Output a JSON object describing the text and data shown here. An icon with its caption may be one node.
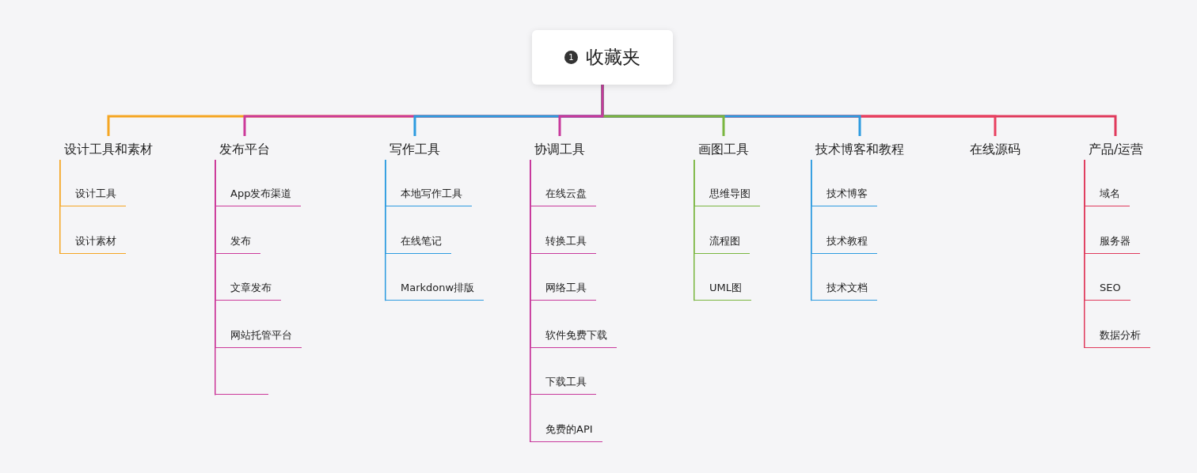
{
  "diagram": {
    "nodes": [
      {
        "text": [
          "1",
          "收藏夹"
        ]
      },
      {
        "text": [
          "设计工具和素材"
        ]
      },
      {
        "text": [
          "设计工具"
        ]
      },
      {
        "text": [
          "设计素材"
        ]
      },
      {
        "text": [
          "发布平台"
        ]
      },
      {
        "text": [
          "App发布渠道"
        ]
      },
      {
        "text": [
          "发布"
        ]
      },
      {
        "text": [
          "文章发布"
        ]
      },
      {
        "text": [
          "网站托管平台"
        ]
      },
      {
        "text": [],
        "shape": "bar"
      },
      {
        "text": [
          "写作工具"
        ]
      },
      {
        "text": [
          "本地写作工具"
        ]
      },
      {
        "text": [
          "在线笔记"
        ]
      },
      {
        "text": [
          "Markdonw排版"
        ]
      },
      {
        "text": [
          "协调工具"
        ]
      },
      {
        "text": [
          "在线云盘"
        ]
      },
      {
        "text": [
          "转换工具"
        ]
      },
      {
        "text": [
          "网络工具"
        ]
      },
      {
        "text": [
          "软件免费下载"
        ]
      },
      {
        "text": [
          "下载工具"
        ]
      },
      {
        "text": [
          "免费的API"
        ]
      },
      {
        "text": [
          "画图工具"
        ]
      },
      {
        "text": [
          "思维导图"
        ]
      },
      {
        "text": [
          "流程图"
        ]
      },
      {
        "text": [
          "UML图"
        ]
      },
      {
        "text": [
          "技术博客和教程"
        ]
      },
      {
        "text": [
          "技术博客"
        ]
      },
      {
        "text": [
          "技术教程"
        ]
      },
      {
        "text": [
          "技术文档"
        ]
      },
      {
        "text": [
          "在线源码"
        ]
      },
      {
        "text": [
          "产品/运营"
        ]
      },
      {
        "text": [
          "域名"
        ]
      },
      {
        "text": [
          "服务器"
        ]
      },
      {
        "text": [
          "SEO"
        ]
      },
      {
        "text": [
          "数据分析"
        ]
      }
    ],
    "edges": [
      {
        "from": 0,
        "to": 1,
        "arrow": "none",
        "color": "#f5a623"
      },
      {
        "from": 0,
        "to": 4,
        "arrow": "none",
        "color": "#cc3a9a"
      },
      {
        "from": 0,
        "to": 10,
        "arrow": "none",
        "color": "#2d9be0"
      },
      {
        "from": 0,
        "to": 14,
        "arrow": "none",
        "color": "#c8399c"
      },
      {
        "from": 0,
        "to": 21,
        "arrow": "none",
        "color": "#7ab640"
      },
      {
        "from": 0,
        "to": 25,
        "arrow": "none",
        "color": "#2d9be0"
      },
      {
        "from": 0,
        "to": 29,
        "arrow": "none",
        "color": "#e84060"
      },
      {
        "from": 0,
        "to": 30,
        "arrow": "none",
        "color": "#e03a5c"
      },
      {
        "from": 1,
        "to": 2,
        "arrow": "none",
        "color": "#f5a623"
      },
      {
        "from": 1,
        "to": 3,
        "arrow": "none",
        "color": "#f5a623"
      },
      {
        "from": 4,
        "to": 5,
        "arrow": "none",
        "color": "#cc3a9a"
      },
      {
        "from": 4,
        "to": 6,
        "arrow": "none",
        "color": "#cc3a9a"
      },
      {
        "from": 4,
        "to": 7,
        "arrow": "none",
        "color": "#cc3a9a"
      },
      {
        "from": 4,
        "to": 8,
        "arrow": "none",
        "color": "#cc3a9a"
      },
      {
        "from": 4,
        "to": 9,
        "arrow": "none",
        "color": "#cc3a9a"
      },
      {
        "from": 10,
        "to": 11,
        "arrow": "none",
        "color": "#2d9be0"
      },
      {
        "from": 10,
        "to": 12,
        "arrow": "none",
        "color": "#2d9be0"
      },
      {
        "from": 10,
        "to": 13,
        "arrow": "none",
        "color": "#2d9be0"
      },
      {
        "from": 14,
        "to": 15,
        "arrow": "none",
        "color": "#c8399c"
      },
      {
        "from": 14,
        "to": 16,
        "arrow": "none",
        "color": "#c8399c"
      },
      {
        "from": 14,
        "to": 17,
        "arrow": "none",
        "color": "#c8399c"
      },
      {
        "from": 14,
        "to": 18,
        "arrow": "none",
        "color": "#c8399c"
      },
      {
        "from": 14,
        "to": 19,
        "arrow": "none",
        "color": "#c8399c"
      },
      {
        "from": 14,
        "to": 20,
        "arrow": "none",
        "color": "#c8399c"
      },
      {
        "from": 21,
        "to": 22,
        "arrow": "none",
        "color": "#7ab640"
      },
      {
        "from": 21,
        "to": 23,
        "arrow": "none",
        "color": "#7ab640"
      },
      {
        "from": 21,
        "to": 24,
        "arrow": "none",
        "color": "#7ab640"
      },
      {
        "from": 25,
        "to": 26,
        "arrow": "none",
        "color": "#2d9be0"
      },
      {
        "from": 25,
        "to": 27,
        "arrow": "none",
        "color": "#2d9be0"
      },
      {
        "from": 25,
        "to": 28,
        "arrow": "none",
        "color": "#2d9be0"
      },
      {
        "from": 30,
        "to": 31,
        "arrow": "none",
        "color": "#e03a5c"
      },
      {
        "from": 30,
        "to": 32,
        "arrow": "none",
        "color": "#e03a5c"
      },
      {
        "from": 30,
        "to": 33,
        "arrow": "none",
        "color": "#e03a5c"
      },
      {
        "from": 30,
        "to": 34,
        "arrow": "none",
        "color": "#e03a5c"
      }
    ]
  }
}
